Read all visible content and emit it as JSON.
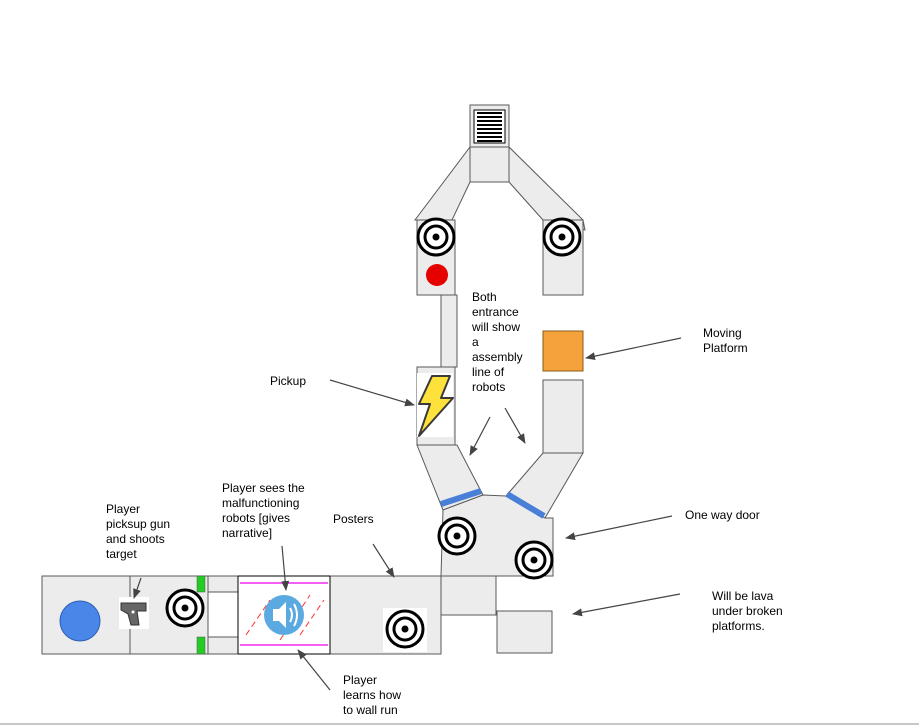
{
  "labels": {
    "both_entrance": "Both\nentrance\nwill show\na\nassembly\nline of\nrobots",
    "moving_platform": "Moving\nPlatform",
    "pickup": "Pickup",
    "one_way_door": "One way door",
    "player_pickup_gun": "Player\npicksup gun\nand shoots\ntarget",
    "player_sees_robots": "Player sees the\nmalfunctioning\nrobots [gives\nnarrative]",
    "posters": "Posters",
    "lava": "Will be lava\nunder broken\nplatforms.",
    "wall_run": "Player\nlearns how\nto wall run"
  },
  "icons": {
    "target": "target-icon",
    "player": "player-marker-icon",
    "gun": "gun-icon",
    "lightning": "lightning-bolt-icon",
    "speaker": "speaker-icon",
    "vent": "vent-grille-icon",
    "switch": "red-button-icon"
  },
  "colors": {
    "room_fill": "#ececec",
    "room_stroke": "#595959",
    "player_blue": "#4a86e8",
    "door_blue": "#4a7fd8",
    "moving_platform": "#f6a23c",
    "red_button": "#e60000",
    "green_marker": "#22cc22",
    "wallrun_pink": "#ee00ee",
    "hazard_red": "#ff0000",
    "lightning": "#ffe13b",
    "speaker": "#5aa9e0"
  }
}
